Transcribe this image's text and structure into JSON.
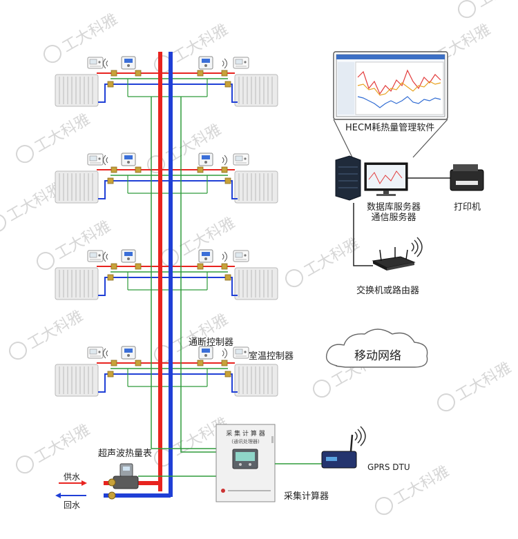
{
  "labels": {
    "software": "HECM耗热量管理软件",
    "db_server": "数据库服务器",
    "comm_server": "通信服务器",
    "printer": "打印机",
    "switch_router": "交换机或路由器",
    "on_off_controller": "通断控制器",
    "room_temp_controller": "室温控制器",
    "mobile_network": "移动网络",
    "ultrasonic_meter": "超声波热量表",
    "supply_water": "供水",
    "return_water": "回水",
    "collector": "采集计算器",
    "gprs_dtu": "GPRS DTU",
    "box_title": "采 集 计 算 器",
    "box_subtitle": "(通讯处理器)"
  },
  "watermark": "工大科雅",
  "colors": {
    "supply": "#e8231f",
    "return": "#1f3fd6",
    "signal": "#2e9b3a",
    "radiator": "#e9e9e9",
    "cable": "#222222"
  }
}
